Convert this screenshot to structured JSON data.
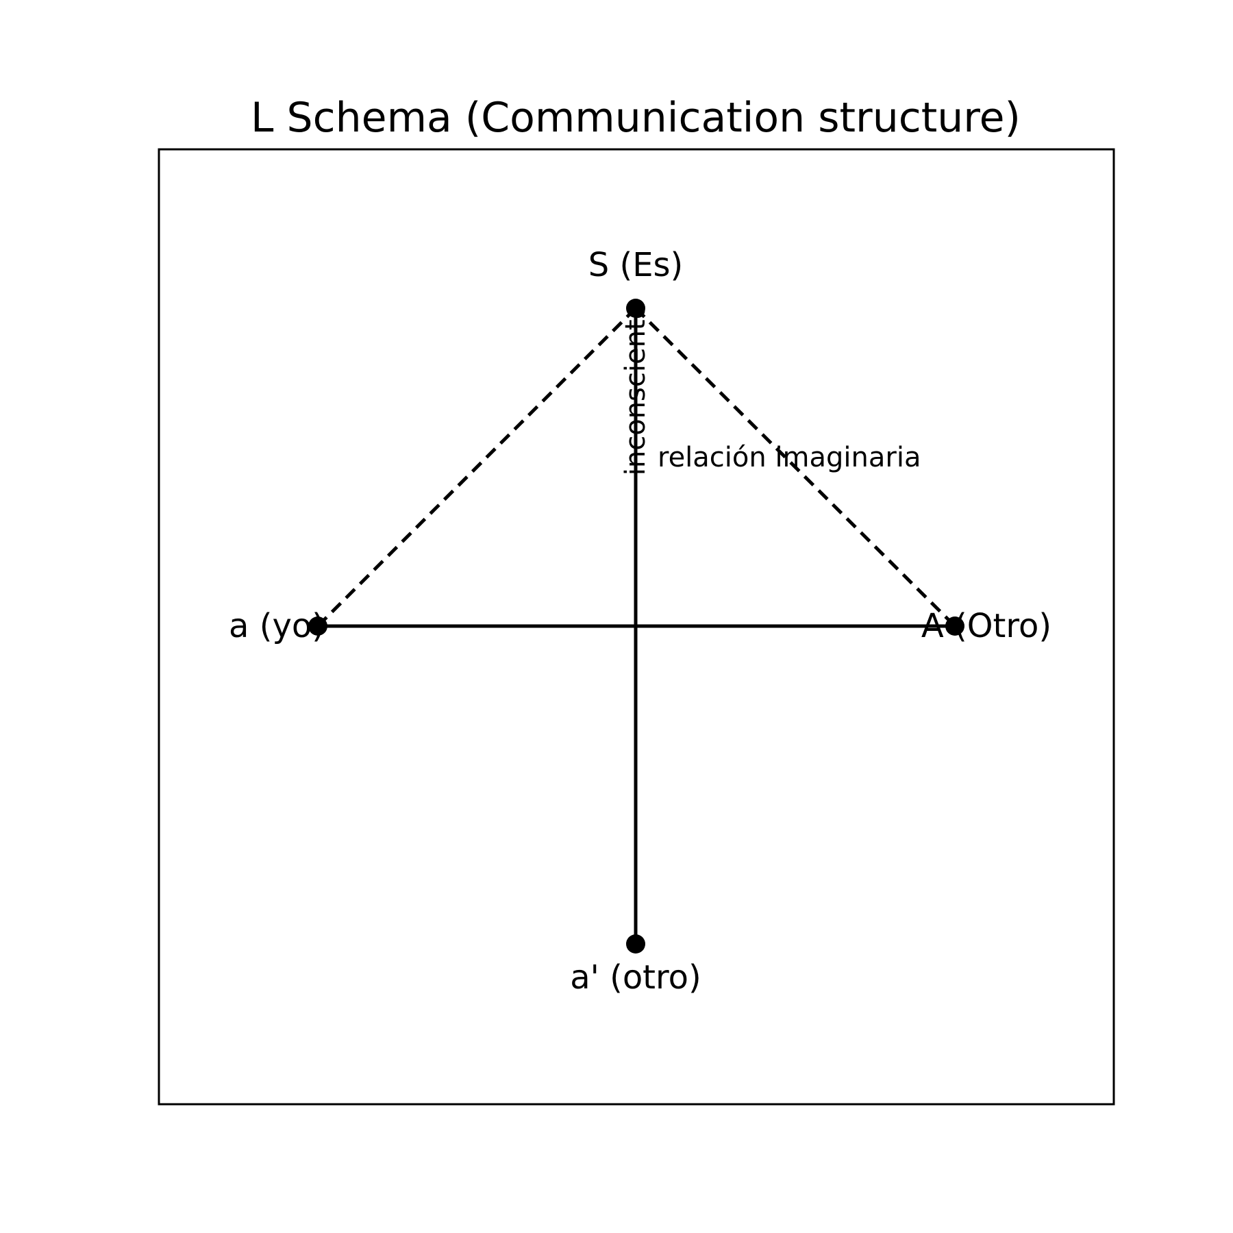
{
  "title": "L Schema (Communication structure)",
  "nodes": [
    {
      "id": "S",
      "label": "S (Es)"
    },
    {
      "id": "a",
      "label": "a (yo)"
    },
    {
      "id": "A",
      "label": "A (Otro)"
    },
    {
      "id": "a_prime",
      "label": "a' (otro)"
    }
  ],
  "edges": [
    {
      "from": "a",
      "to": "A",
      "style": "solid"
    },
    {
      "from": "S",
      "to": "a_prime",
      "style": "solid",
      "label": "inconsciente"
    },
    {
      "from": "S",
      "to": "a",
      "style": "dashed"
    },
    {
      "from": "S",
      "to": "A",
      "style": "dashed"
    }
  ],
  "annotations": {
    "vertical_label": "inconsciente",
    "imaginary_label": "relación imaginaria"
  },
  "colors": {
    "ink": "#000000",
    "background": "#ffffff"
  }
}
